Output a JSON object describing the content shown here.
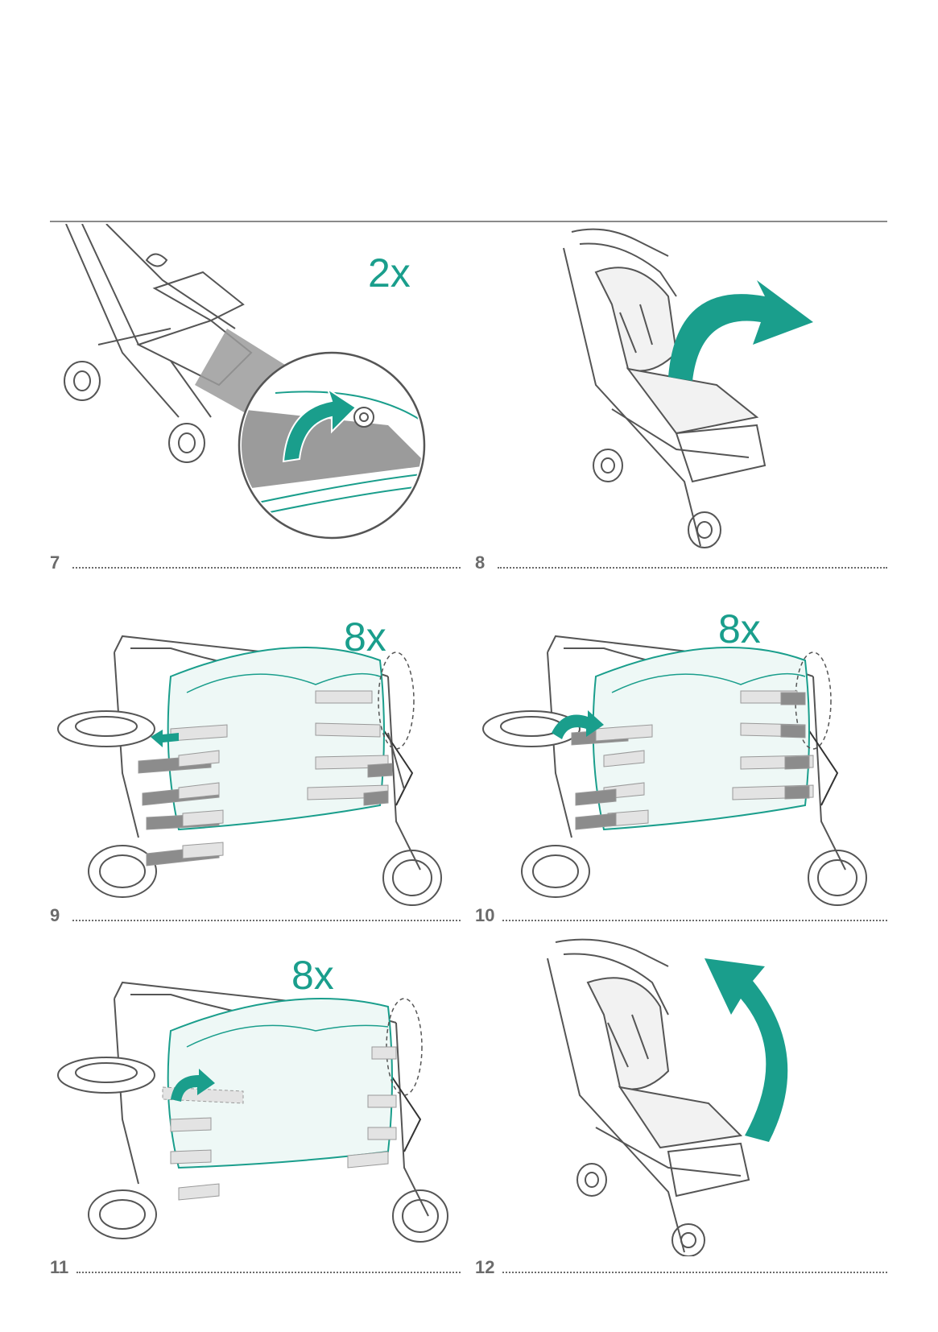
{
  "colors": {
    "accent": "#1a9e8c",
    "line": "#555555",
    "rule": "#8a8a8a",
    "strap_light": "#e3e3e3",
    "strap_dark": "#8c8c8c"
  },
  "steps": [
    {
      "number": "7",
      "multiplier": "2x"
    },
    {
      "number": "8",
      "multiplier": ""
    },
    {
      "number": "9",
      "multiplier": "8x"
    },
    {
      "number": "10",
      "multiplier": "8x"
    },
    {
      "number": "11",
      "multiplier": "8x"
    },
    {
      "number": "12",
      "multiplier": ""
    }
  ],
  "icons": {
    "step7": "stroller-detail-zoom-icon",
    "step8": "stroller-fold-arrow-icon",
    "step9": "cover-straps-icon",
    "step10": "cover-straps-wrap-icon",
    "step11": "cover-straps-remove-icon",
    "step12": "stroller-unfold-arrow-icon"
  }
}
